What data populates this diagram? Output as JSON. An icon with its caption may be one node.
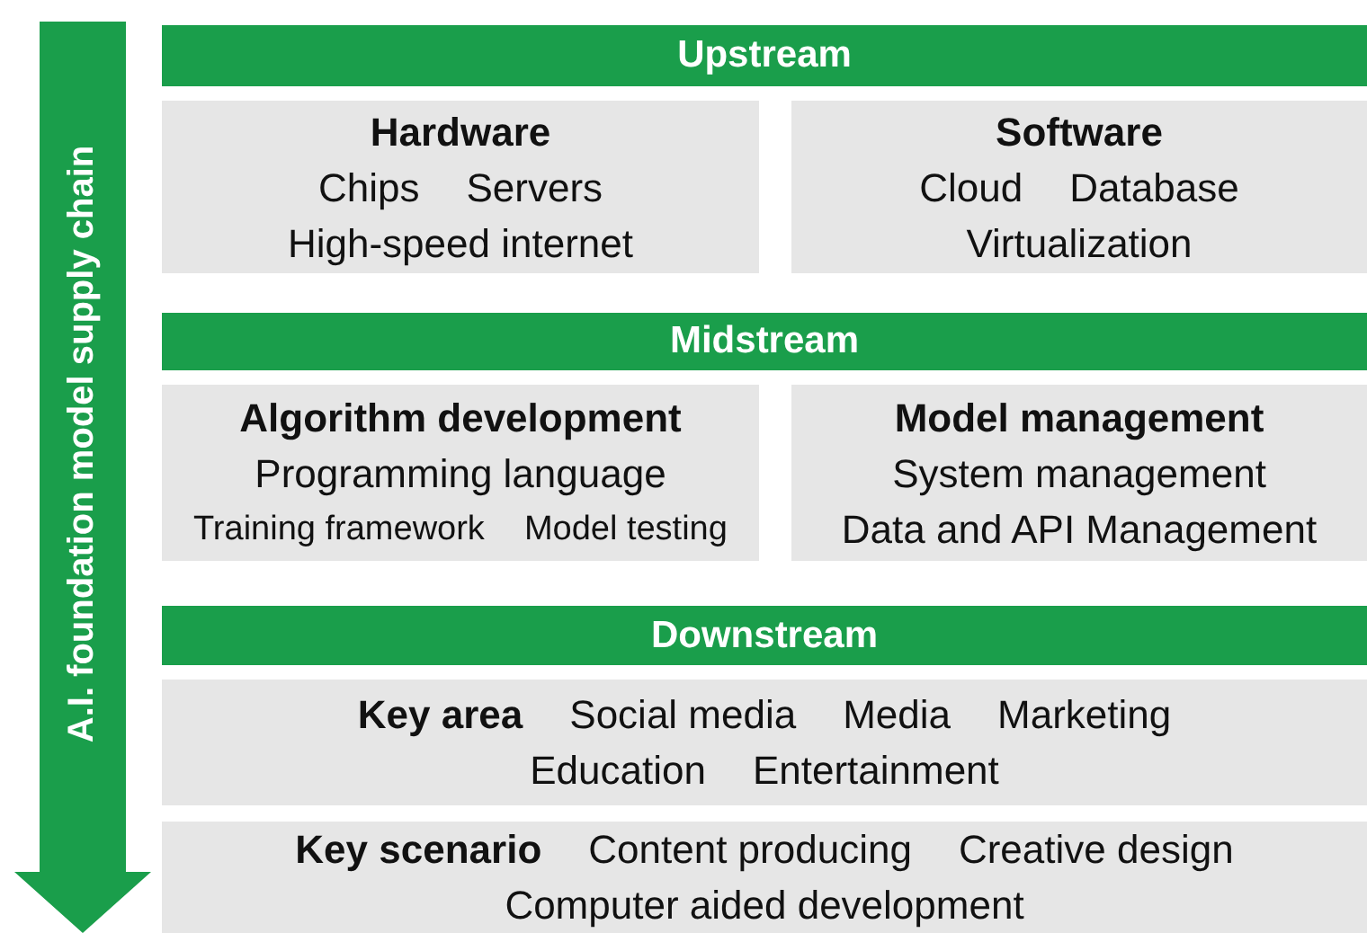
{
  "diagram": {
    "nodes": [
      {
        "text": [
          "A.I. foundation model supply chain"
        ]
      },
      {
        "text": [
          "Upstream"
        ]
      },
      {
        "text": [
          "Hardware",
          "Chips",
          "Servers",
          "High-speed internet"
        ]
      },
      {
        "text": [
          "Software",
          "Cloud",
          "Database",
          "Virtualization"
        ]
      },
      {
        "text": [
          "Midstream"
        ]
      },
      {
        "text": [
          "Algorithm development",
          "Programming language",
          "Training framework",
          "Model testing"
        ]
      },
      {
        "text": [
          "Model management",
          "System management",
          "Data and API Management"
        ]
      },
      {
        "text": [
          "Downstream"
        ]
      },
      {
        "text": [
          "Key area",
          "Social media",
          "Media",
          "Marketing",
          "Education",
          "Entertainment"
        ]
      },
      {
        "text": [
          "Key scenario",
          "Content producing",
          "Creative design",
          "Computer aided development"
        ]
      }
    ],
    "edges": []
  }
}
